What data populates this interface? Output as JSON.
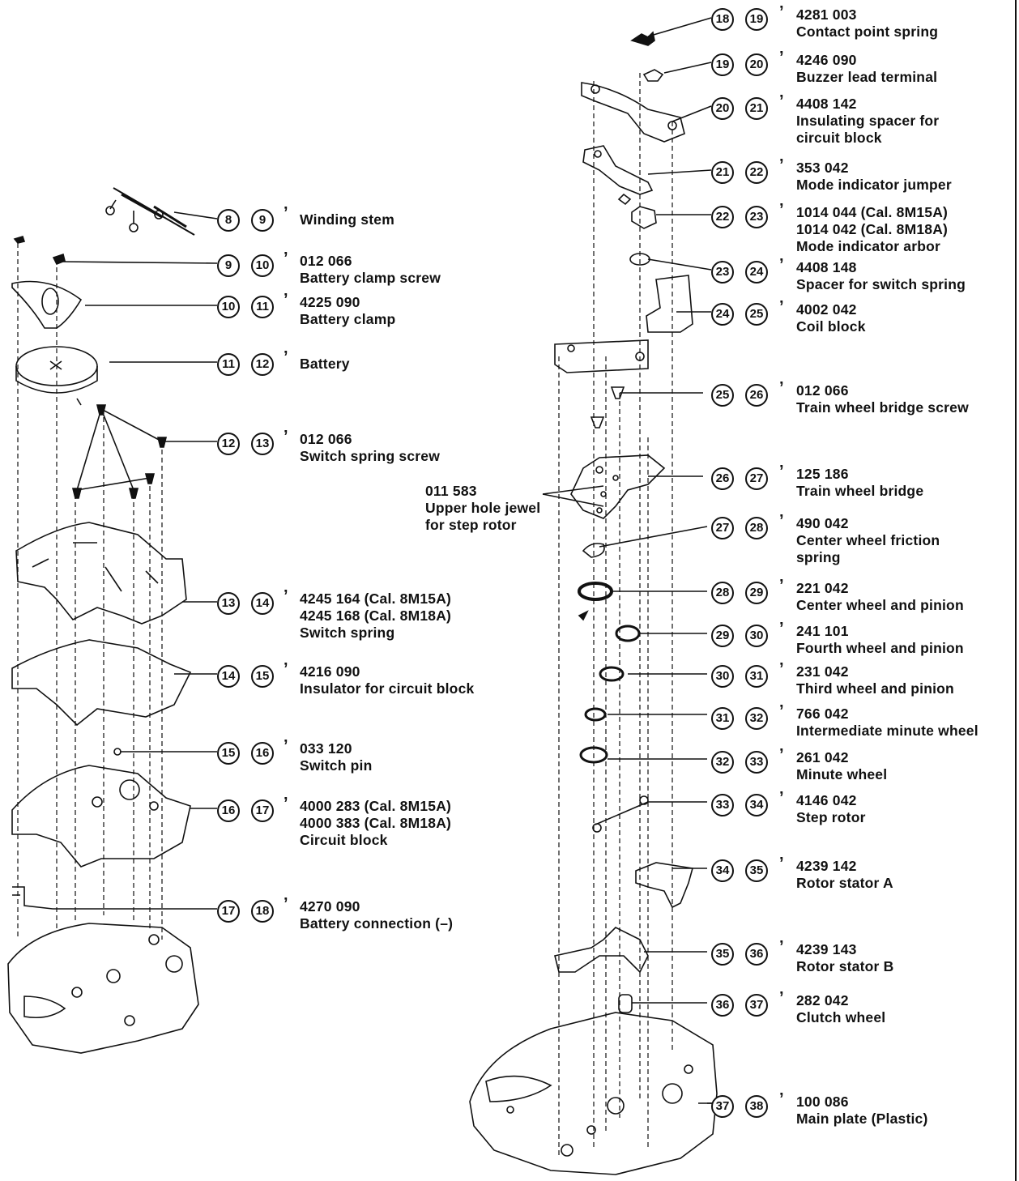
{
  "left_parts": [
    {
      "ref": "8",
      "ref2": "9",
      "number": "",
      "name": "Winding stem"
    },
    {
      "ref": "9",
      "ref2": "10",
      "number": "012 066",
      "name": "Battery clamp screw"
    },
    {
      "ref": "10",
      "ref2": "11",
      "number": "4225 090",
      "name": "Battery clamp"
    },
    {
      "ref": "11",
      "ref2": "12",
      "number": "",
      "name": "Battery"
    },
    {
      "ref": "12",
      "ref2": "13",
      "number": "012 066",
      "name": "Switch spring screw"
    },
    {
      "ref": "13",
      "ref2": "14",
      "number": "4245 164 (Cal. 8M15A)",
      "number2": "4245 168 (Cal. 8M18A)",
      "name": "Switch spring"
    },
    {
      "ref": "14",
      "ref2": "15",
      "number": "4216 090",
      "name": "Insulator for circuit block"
    },
    {
      "ref": "15",
      "ref2": "16",
      "number": "033 120",
      "name": "Switch pin"
    },
    {
      "ref": "16",
      "ref2": "17",
      "number": "4000 283 (Cal. 8M15A)",
      "number2": "4000 383 (Cal. 8M18A)",
      "name": "Circuit block"
    },
    {
      "ref": "17",
      "ref2": "18",
      "number": "4270 090",
      "name": "Battery connection (–)"
    }
  ],
  "right_parts": [
    {
      "ref": "18",
      "ref2": "19",
      "number": "4281 003",
      "name": "Contact point spring"
    },
    {
      "ref": "19",
      "ref2": "20",
      "number": "4246 090",
      "name": "Buzzer lead terminal"
    },
    {
      "ref": "20",
      "ref2": "21",
      "number": "4408 142",
      "name": "Insulating spacer for",
      "name2": "circuit block"
    },
    {
      "ref": "21",
      "ref2": "22",
      "number": "353 042",
      "name": "Mode indicator jumper"
    },
    {
      "ref": "22",
      "ref2": "23",
      "number": "1014 044 (Cal. 8M15A)",
      "number2": "1014 042 (Cal. 8M18A)",
      "name": "Mode indicator arbor"
    },
    {
      "ref": "23",
      "ref2": "24",
      "number": "4408 148",
      "name": "Spacer for switch spring"
    },
    {
      "ref": "24",
      "ref2": "25",
      "number": "4002 042",
      "name": "Coil block"
    },
    {
      "ref": "25",
      "ref2": "26",
      "number": "012 066",
      "name": "Train wheel bridge screw"
    },
    {
      "ref": "26",
      "ref2": "27",
      "number": "125 186",
      "name": "Train wheel bridge"
    },
    {
      "ref": "27",
      "ref2": "28",
      "number": "490 042",
      "name": "Center wheel friction",
      "name2": "spring"
    },
    {
      "ref": "28",
      "ref2": "29",
      "number": "221 042",
      "name": "Center wheel and pinion"
    },
    {
      "ref": "29",
      "ref2": "30",
      "number": "241 101",
      "name": "Fourth wheel and pinion"
    },
    {
      "ref": "30",
      "ref2": "31",
      "number": "231 042",
      "name": "Third wheel and pinion"
    },
    {
      "ref": "31",
      "ref2": "32",
      "number": "766 042",
      "name": "Intermediate minute wheel"
    },
    {
      "ref": "32",
      "ref2": "33",
      "number": "261 042",
      "name": "Minute wheel"
    },
    {
      "ref": "33",
      "ref2": "34",
      "number": "4146 042",
      "name": "Step rotor"
    },
    {
      "ref": "34",
      "ref2": "35",
      "number": "4239 142",
      "name": "Rotor stator A"
    },
    {
      "ref": "35",
      "ref2": "36",
      "number": "4239 143",
      "name": "Rotor stator B"
    },
    {
      "ref": "36",
      "ref2": "37",
      "number": "282 042",
      "name": "Clutch wheel"
    },
    {
      "ref": "37",
      "ref2": "38",
      "number": "100 086",
      "name": "Main plate (Plastic)"
    }
  ],
  "jewel": {
    "number": "011 583",
    "name": "Upper hole jewel",
    "name2": "for step rotor"
  }
}
